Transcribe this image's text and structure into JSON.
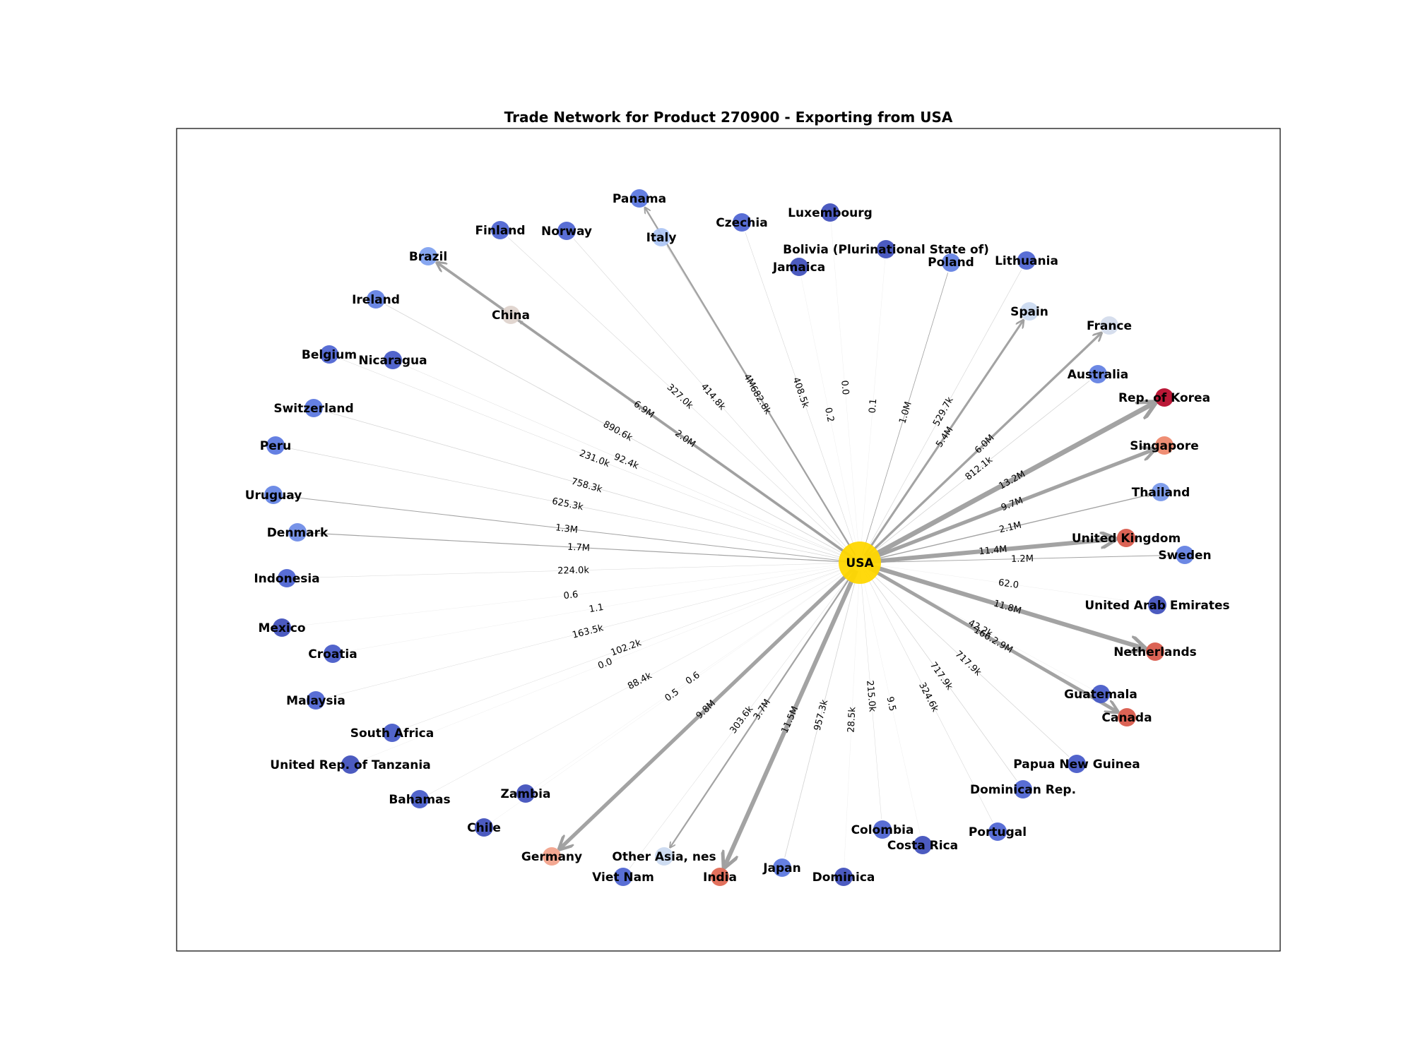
{
  "title": "Trade Network for Product 270900 - Exporting from USA",
  "hub": {
    "id": "USA",
    "label": "USA",
    "color": "#ffd700"
  },
  "edges": [
    {
      "target": "China",
      "label": "2.0M",
      "value": 2.0,
      "color": "#ded3cc"
    },
    {
      "target": "Italy",
      "label": "682.8k",
      "value": 0.68,
      "color": "#abc4f4"
    },
    {
      "target": "Spain",
      "label": "5.4M",
      "value": 5.4,
      "color": "#cad9f0"
    },
    {
      "target": "France",
      "label": "6.0M",
      "value": 6.0,
      "color": "#d3dbeb"
    },
    {
      "target": "Rep. of Korea",
      "label": "13.2M",
      "value": 13.2,
      "color": "#b40426"
    },
    {
      "target": "Singapore",
      "label": "9.7M",
      "value": 9.7,
      "color": "#ee8468"
    },
    {
      "target": "Thailand",
      "label": "2.1M",
      "value": 2.1,
      "color": "#7596ea"
    },
    {
      "target": "United Kingdom",
      "label": "11.4M",
      "value": 11.4,
      "color": "#d85646"
    },
    {
      "target": "Sweden",
      "label": "1.2M",
      "value": 1.2,
      "color": "#5f7ee2"
    },
    {
      "target": "United Arab Emirates",
      "label": "62.0",
      "value": 0.0,
      "color": "#3d4dbb"
    },
    {
      "target": "Netherlands",
      "label": "11.8M",
      "value": 11.8,
      "color": "#d85646"
    },
    {
      "target": "Canada",
      "label": "166.2.9M",
      "value": 9.0,
      "color": "#d85646"
    },
    {
      "target": "Guatemala",
      "label": "42.2k",
      "value": 0.04,
      "color": "#4358c8"
    },
    {
      "target": "Papua New Guinea",
      "label": "717.9k",
      "value": 0.72,
      "color": "#4357c8"
    },
    {
      "target": "Dominican Rep.",
      "label": "717.9k",
      "value": 0.72,
      "color": "#4b62d1"
    },
    {
      "target": "Portugal",
      "label": "324.6k",
      "value": 0.32,
      "color": "#4b62d1"
    },
    {
      "target": "Costa Rica",
      "label": "9.5",
      "value": 0.0,
      "color": "#3d4dbb"
    },
    {
      "target": "Colombia",
      "label": "215.0k",
      "value": 0.22,
      "color": "#4b62d1"
    },
    {
      "target": "Dominica",
      "label": "28.5k",
      "value": 0.03,
      "color": "#3d4dbb"
    },
    {
      "target": "Japan",
      "label": "957.3k",
      "value": 0.96,
      "color": "#5875e0"
    },
    {
      "target": "India",
      "label": "11.5M",
      "value": 11.5,
      "color": "#e0654f"
    },
    {
      "target": "Other Asia, nes",
      "label": "3.7M",
      "value": 3.7,
      "color": "#cad9f0"
    },
    {
      "target": "Viet Nam",
      "label": "303.6k",
      "value": 0.3,
      "color": "#4b62d1"
    },
    {
      "target": "Germany",
      "label": "9.8M",
      "value": 9.8,
      "color": "#f2a189"
    },
    {
      "target": "Chile",
      "label": "0.5",
      "value": 0.0,
      "color": "#3d4dbb"
    },
    {
      "target": "Zambia",
      "label": "0.6",
      "value": 0.0,
      "color": "#3d4dbb"
    },
    {
      "target": "Bahamas",
      "label": "88.4k",
      "value": 0.09,
      "color": "#4358c8"
    },
    {
      "target": "South Africa",
      "label": "102.2k",
      "value": 0.1,
      "color": "#4358c8"
    },
    {
      "target": "United Rep. of Tanzania",
      "label": "0.0",
      "value": 0.0,
      "color": "#3d4dbb"
    },
    {
      "target": "Malaysia",
      "label": "163.5k",
      "value": 0.16,
      "color": "#4b62d1"
    },
    {
      "target": "Croatia",
      "label": "1.1",
      "value": 0.0,
      "color": "#4358c8"
    },
    {
      "target": "Mexico",
      "label": "0.6",
      "value": 0.0,
      "color": "#3d4dbb"
    },
    {
      "target": "Indonesia",
      "label": "224.0k",
      "value": 0.22,
      "color": "#4b62d1"
    },
    {
      "target": "Denmark",
      "label": "1.7M",
      "value": 1.7,
      "color": "#6b8ae6"
    },
    {
      "target": "Uruguay",
      "label": "1.3M",
      "value": 1.3,
      "color": "#6282e4"
    },
    {
      "target": "Peru",
      "label": "625.3k",
      "value": 0.63,
      "color": "#5875e0"
    },
    {
      "target": "Switzerland",
      "label": "758.3k",
      "value": 0.76,
      "color": "#5875e0"
    },
    {
      "target": "Belgium",
      "label": "231.0k",
      "value": 0.23,
      "color": "#4b62d1"
    },
    {
      "target": "Nicaragua",
      "label": "92.4k",
      "value": 0.09,
      "color": "#4358c8"
    },
    {
      "target": "Ireland",
      "label": "890.6k",
      "value": 0.89,
      "color": "#5f7ee2"
    },
    {
      "target": "Brazil",
      "label": "6.9M",
      "value": 6.9,
      "color": "#7da0f0"
    },
    {
      "target": "Finland",
      "label": "327.0k",
      "value": 0.33,
      "color": "#4b62d1"
    },
    {
      "target": "Norway",
      "label": "414.8k",
      "value": 0.41,
      "color": "#4b62d1"
    },
    {
      "target": "Panama",
      "label": "4M",
      "value": 4.0,
      "color": "#5875e0"
    },
    {
      "target": "Czechia",
      "label": "408.5k",
      "value": 0.41,
      "color": "#4b62d1"
    },
    {
      "target": "Jamaica",
      "label": "0.2",
      "value": 0.0,
      "color": "#3d4dbb"
    },
    {
      "target": "Luxembourg",
      "label": "0.0",
      "value": 0.0,
      "color": "#3d4dbb"
    },
    {
      "target": "Bolivia (Plurinational State of)",
      "label": "0.1",
      "value": 0.0,
      "color": "#3d4dbb"
    },
    {
      "target": "Poland",
      "label": "1.0M",
      "value": 1.0,
      "color": "#5f7ee2"
    },
    {
      "target": "Lithuania",
      "label": "529.7k",
      "value": 0.53,
      "color": "#4b62d1"
    },
    {
      "target": "Australia",
      "label": "812.1k",
      "value": 0.81,
      "color": "#5f7ee2"
    }
  ]
}
